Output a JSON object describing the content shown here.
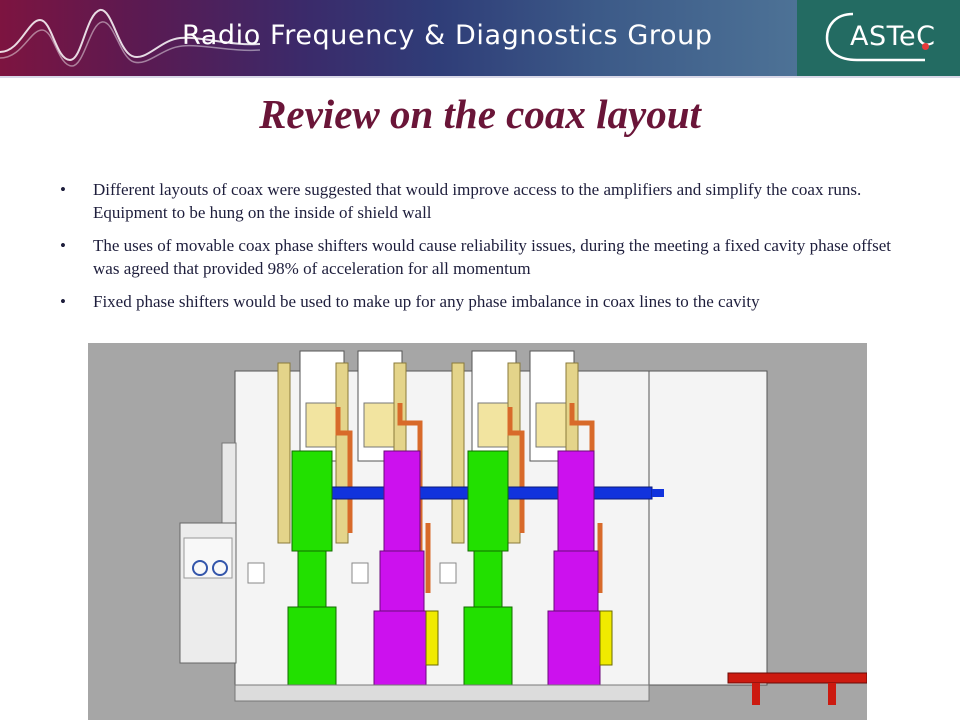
{
  "header": {
    "title": "Radio Frequency & Diagnostics Group",
    "logo_text": "ASTeC",
    "colors": {
      "banner_left": "#7d1440",
      "banner_right": "#4d7296",
      "logo_bg": "#236b62",
      "logo_dot": "#e63a3a"
    }
  },
  "slide": {
    "title": "Review on the coax layout",
    "bullet_glyph": "•",
    "bullets": [
      "Different layouts of coax were suggested that would improve access to the amplifiers and simplify the coax runs. Equipment to be hung on the inside of shield wall",
      "The uses of movable coax phase shifters would cause reliability issues, during the meeting a fixed cavity phase offset was agreed that provided 98% of acceleration for all momentum",
      "Fixed phase shifters would be used to make up for any phase imbalance in coax lines to the cavity"
    ]
  },
  "figure": {
    "colors": {
      "background": "#a6a6a6",
      "green": "#22e000",
      "magenta": "#cc11ee",
      "blue": "#1133dd",
      "yellow": "#f0ea00",
      "copper": "#d86a2a",
      "tan": "#e4d48a",
      "red": "#cc1a10"
    }
  }
}
